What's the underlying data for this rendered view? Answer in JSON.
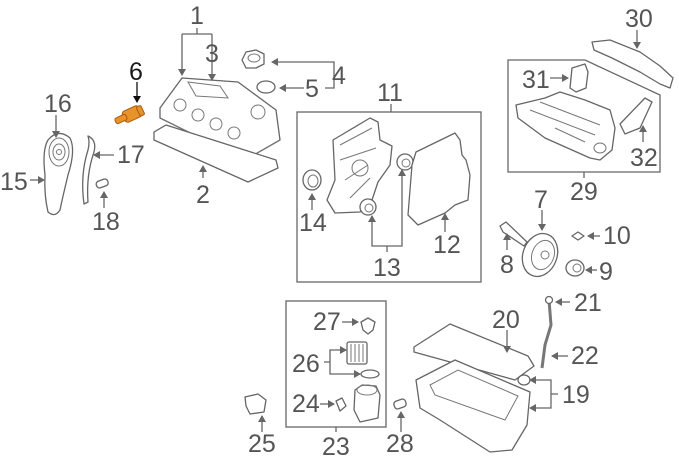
{
  "diagram": {
    "title": "Engine parts exploded diagram",
    "highlight_color": "#e8922a",
    "line_color": "#666666",
    "highlighted_callout": "6",
    "callouts": {
      "c1": "1",
      "c2": "2",
      "c3": "3",
      "c4": "4",
      "c5": "5",
      "c6": "6",
      "c7": "7",
      "c8": "8",
      "c9": "9",
      "c10": "10",
      "c11": "11",
      "c12": "12",
      "c13": "13",
      "c14": "14",
      "c15": "15",
      "c16": "16",
      "c17": "17",
      "c18": "18",
      "c19": "19",
      "c20": "20",
      "c21": "21",
      "c22": "22",
      "c23": "23",
      "c24": "24",
      "c25": "25",
      "c26": "26",
      "c27": "27",
      "c28": "28",
      "c29": "29",
      "c30": "30",
      "c31": "31",
      "c32": "32"
    }
  }
}
